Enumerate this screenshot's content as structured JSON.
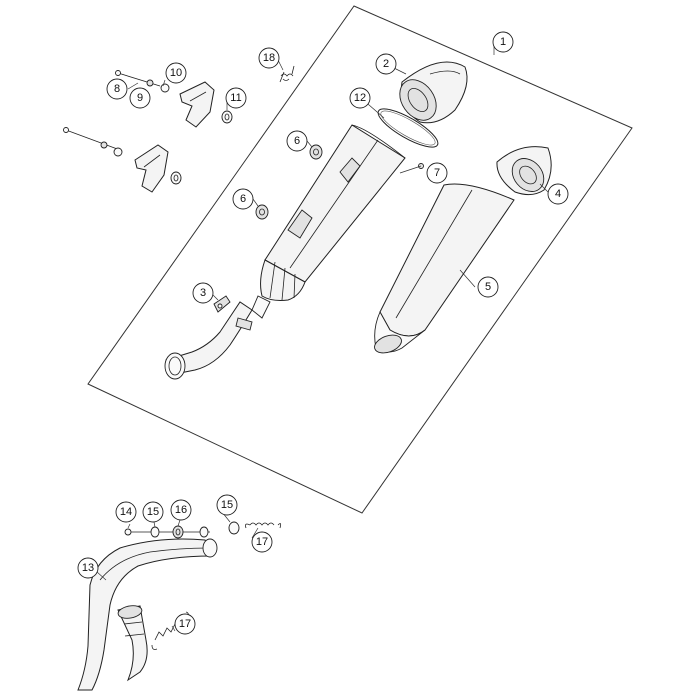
{
  "diagram": {
    "callouts": [
      {
        "id": "c1",
        "label": "1"
      },
      {
        "id": "c2",
        "label": "2"
      },
      {
        "id": "c3",
        "label": "3"
      },
      {
        "id": "c4",
        "label": "4"
      },
      {
        "id": "c5",
        "label": "5"
      },
      {
        "id": "c6a",
        "label": "6"
      },
      {
        "id": "c6b",
        "label": "6"
      },
      {
        "id": "c7",
        "label": "7"
      },
      {
        "id": "c8",
        "label": "8"
      },
      {
        "id": "c9",
        "label": "9"
      },
      {
        "id": "c10",
        "label": "10"
      },
      {
        "id": "c11",
        "label": "11"
      },
      {
        "id": "c12",
        "label": "12"
      },
      {
        "id": "c13",
        "label": "13"
      },
      {
        "id": "c14",
        "label": "14"
      },
      {
        "id": "c15a",
        "label": "15"
      },
      {
        "id": "c15b",
        "label": "15"
      },
      {
        "id": "c16",
        "label": "16"
      },
      {
        "id": "c17a",
        "label": "17"
      },
      {
        "id": "c17b",
        "label": "17"
      },
      {
        "id": "c18",
        "label": "18"
      }
    ]
  }
}
